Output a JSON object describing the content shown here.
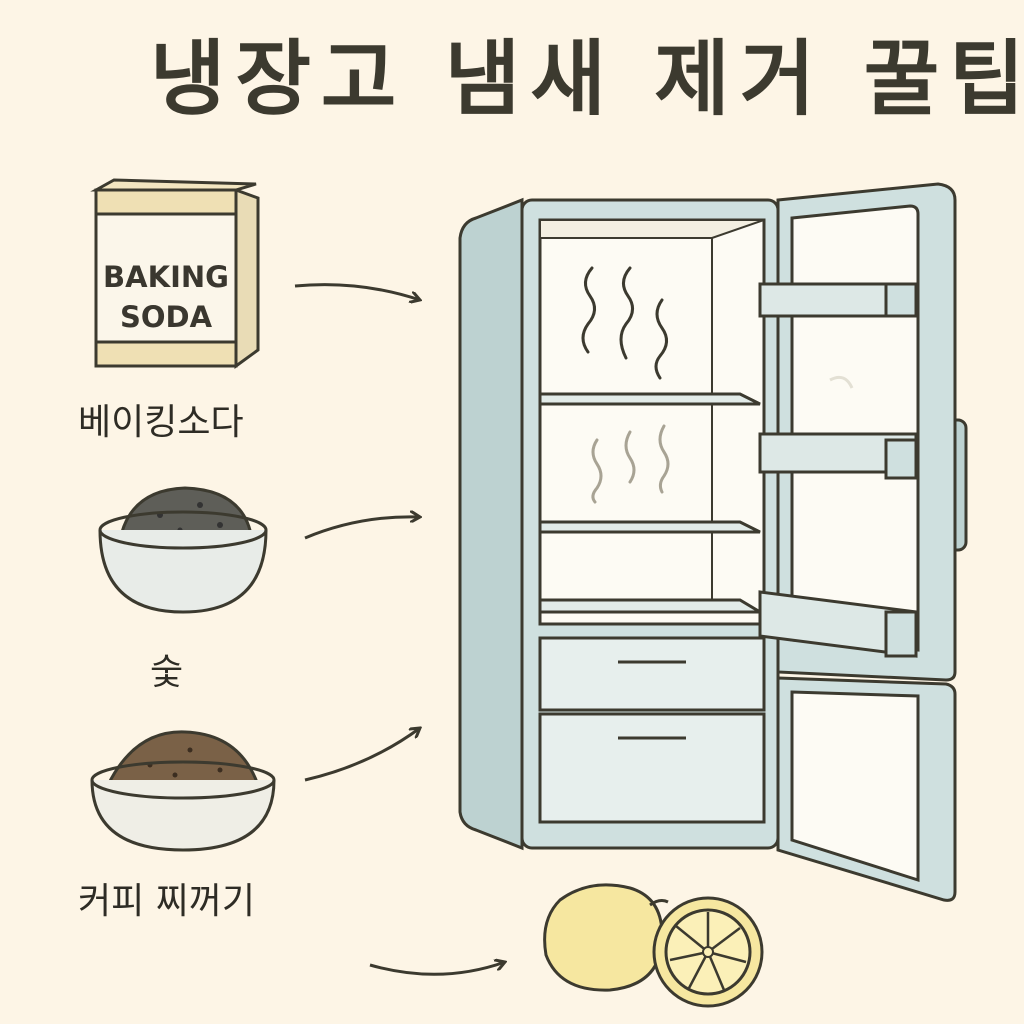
{
  "title": "냉장고 냄새 제거 꿀팁",
  "items": [
    {
      "label": "베이킹소다",
      "icon": "baking-soda-box-icon",
      "box_text": [
        "BAKING",
        "SODA"
      ]
    },
    {
      "label": "숯",
      "icon": "charcoal-bowl-icon"
    },
    {
      "label": "커피 찌꺼기",
      "icon": "coffee-grounds-bowl-icon"
    },
    {
      "label": "",
      "icon": "lemon-icon"
    }
  ],
  "colors": {
    "background": "#fdf5e6",
    "fridge_body": "#cfe0df",
    "fridge_inside": "#fdfbf4",
    "outline": "#3c3a2f",
    "box_band": "#efe0b4",
    "lemon": "#f6e7a0"
  }
}
